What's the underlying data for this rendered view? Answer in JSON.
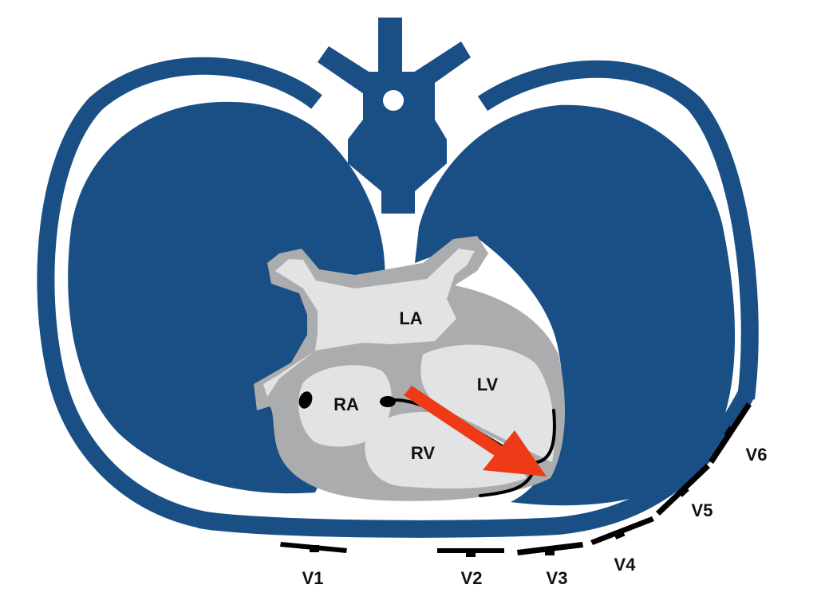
{
  "colors": {
    "lung": "#1a4f86",
    "background": "#ffffff",
    "heart_outer": "#aaacad",
    "heart_inner": "#e2e3e4",
    "vector_arrow": "#ee3a16",
    "conduction_line": "#000000",
    "electrode": "#000000",
    "text": "#111111"
  },
  "heart": {
    "chambers": {
      "la": "LA",
      "ra": "RA",
      "lv": "LV",
      "rv": "RV"
    }
  },
  "leads": {
    "v1": "V1",
    "v2": "V2",
    "v3": "V3",
    "v4": "V4",
    "v5": "V5",
    "v6": "V6"
  }
}
